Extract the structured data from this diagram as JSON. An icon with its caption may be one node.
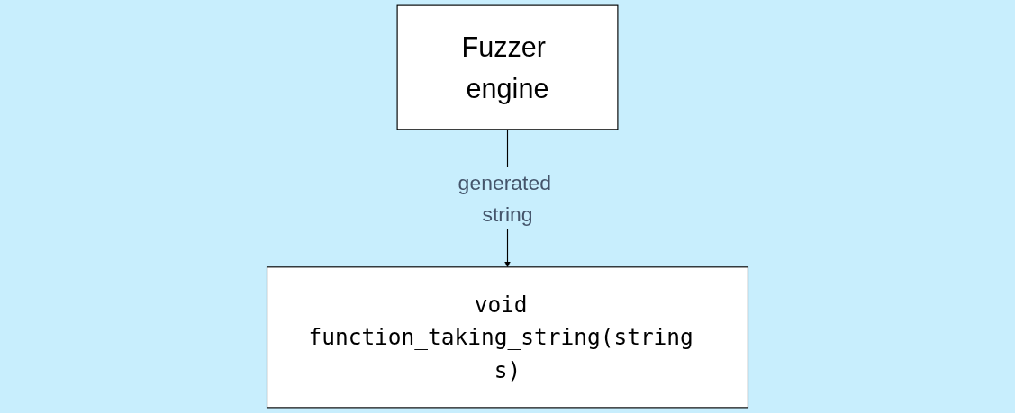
{
  "diagram": {
    "nodes": [
      {
        "text": [
          "Fuzzer engine"
        ]
      },
      {
        "text": [
          "void function_taking_string(string s)"
        ]
      }
    ],
    "edges": [
      {
        "from": 0,
        "to": 1,
        "arrow": "to",
        "label": "generated string"
      }
    ]
  }
}
